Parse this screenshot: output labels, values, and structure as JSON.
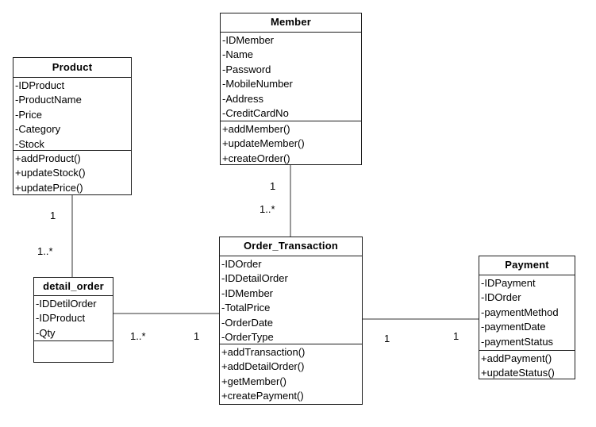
{
  "diagram": {
    "type": "uml-class-diagram",
    "classes": [
      {
        "name": "Product",
        "attributes": [
          "-IDProduct",
          "-ProductName",
          "-Price",
          "-Category",
          "-Stock"
        ],
        "methods": [
          "+addProduct()",
          "+updateStock()",
          "+updatePrice()"
        ]
      },
      {
        "name": "Member",
        "attributes": [
          "-IDMember",
          "-Name",
          "-Password",
          "-MobileNumber",
          "-Address",
          "-CreditCardNo"
        ],
        "methods": [
          "+addMember()",
          "+updateMember()",
          "+createOrder()"
        ]
      },
      {
        "name": "Order_Transaction",
        "attributes": [
          "-IDOrder",
          "-IDDetailOrder",
          "-IDMember",
          "-TotalPrice",
          "-OrderDate",
          "-OrderType"
        ],
        "methods": [
          "+addTransaction()",
          "+addDetailOrder()",
          "+getMember()",
          "+createPayment()"
        ]
      },
      {
        "name": "detail_order",
        "attributes": [
          "-IDDetilOrder",
          "-IDProduct",
          "-Qty"
        ],
        "methods": []
      },
      {
        "name": "Payment",
        "attributes": [
          "-IDPayment",
          "-IDOrder",
          "-paymentMethod",
          "-paymentDate",
          "-paymentStatus"
        ],
        "methods": [
          "+addPayment()",
          "+updateStatus()"
        ]
      }
    ],
    "associations": [
      {
        "from": "Product",
        "to": "detail_order",
        "from_label": "1",
        "to_label": "1..*"
      },
      {
        "from": "Member",
        "to": "Order_Transaction",
        "from_label": "1",
        "to_label": "1..*"
      },
      {
        "from": "detail_order",
        "to": "Order_Transaction",
        "from_label": "1..*",
        "to_label": "1"
      },
      {
        "from": "Order_Transaction",
        "to": "Payment",
        "from_label": "1",
        "to_label": "1"
      }
    ],
    "colors": {
      "connector_line": "#999999",
      "box_border": "#1c1c1c",
      "background": "#ffffff",
      "text": "#000000"
    }
  }
}
